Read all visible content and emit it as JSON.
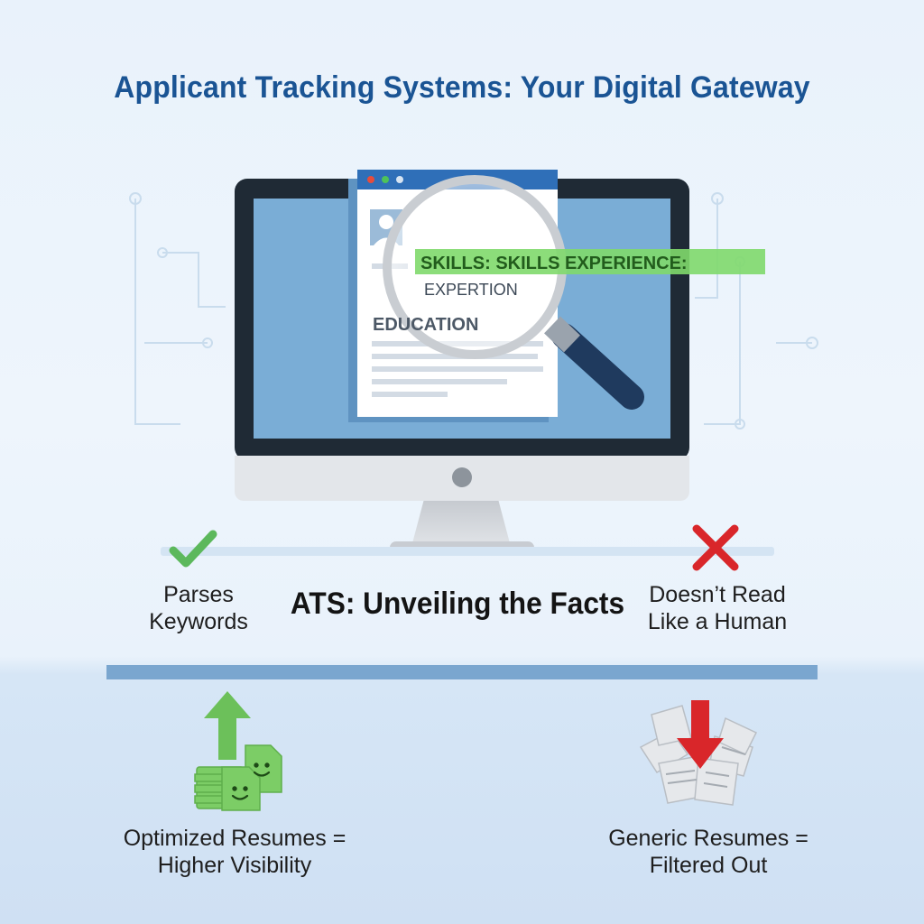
{
  "title": "Applicant Tracking Systems: Your Digital Gateway",
  "resume": {
    "skills_label": "SKILLS:",
    "highlight_text": "SKILLS: SKILLS  EXPERIENCE:",
    "experience_label": "EXPERTION",
    "education_label": "EDUCATION"
  },
  "facts": {
    "heading": "ATS: Unveiling the Facts",
    "pro": [
      "Parses",
      "Keywords"
    ],
    "con": [
      "Doesn’t Read",
      "Like a Human"
    ]
  },
  "outcomes": {
    "optimized": [
      "Optimized Resumes =",
      "Higher Visibility"
    ],
    "generic": [
      "Generic Resumes =",
      "Filtered Out"
    ]
  },
  "colors": {
    "title": "#1a5494",
    "check": "#5cb85c",
    "cross": "#d9262a",
    "highlight": "#7fd96b",
    "monitor_screen": "#7aadd6",
    "divider": "#7aa6cf"
  },
  "icons": [
    "check-icon",
    "cross-icon",
    "magnifying-glass-icon",
    "resume-document-icon",
    "up-arrow-icon",
    "happy-documents-icon",
    "down-arrow-icon",
    "crumpled-papers-icon",
    "circuit-pattern"
  ]
}
